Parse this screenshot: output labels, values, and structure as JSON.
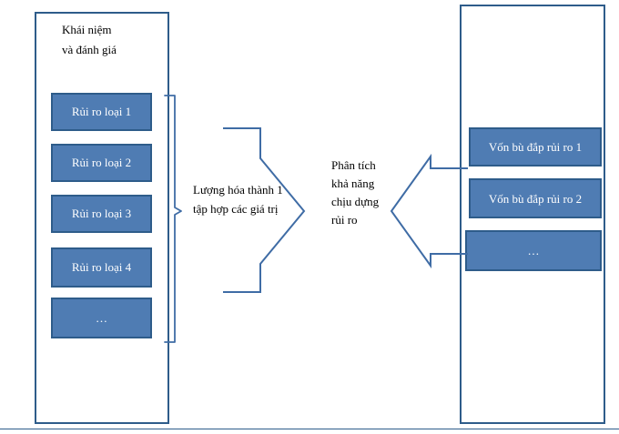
{
  "diagram": {
    "title_left": "Khái niệm\nvà đánh giá",
    "left_group": {
      "name": "risk-categories",
      "items": [
        {
          "label": "Rủi ro loại 1"
        },
        {
          "label": "Rủi ro loại 2"
        },
        {
          "label": "Rủi ro loại 3"
        },
        {
          "label": "Rủi ro loại 4"
        },
        {
          "label": "…"
        }
      ]
    },
    "right_group": {
      "name": "risk-capital",
      "items": [
        {
          "label": "Vốn bù đắp rủi ro 1"
        },
        {
          "label": "Vốn bù đắp rủi ro 2"
        },
        {
          "label": "…"
        }
      ]
    },
    "middle_label": "Lượng hóa thành 1 tập hợp các giá trị",
    "arrow_label": "Phân tích khả năng chịu dựng rủi ro",
    "colors": {
      "box_fill": "#4F7CB3",
      "box_border": "#2E5C8A",
      "arrow_stroke": "#3F6CA5",
      "text_on_box": "#FFFFFF",
      "text_plain": "#000000",
      "background": "#FFFFFF"
    }
  }
}
